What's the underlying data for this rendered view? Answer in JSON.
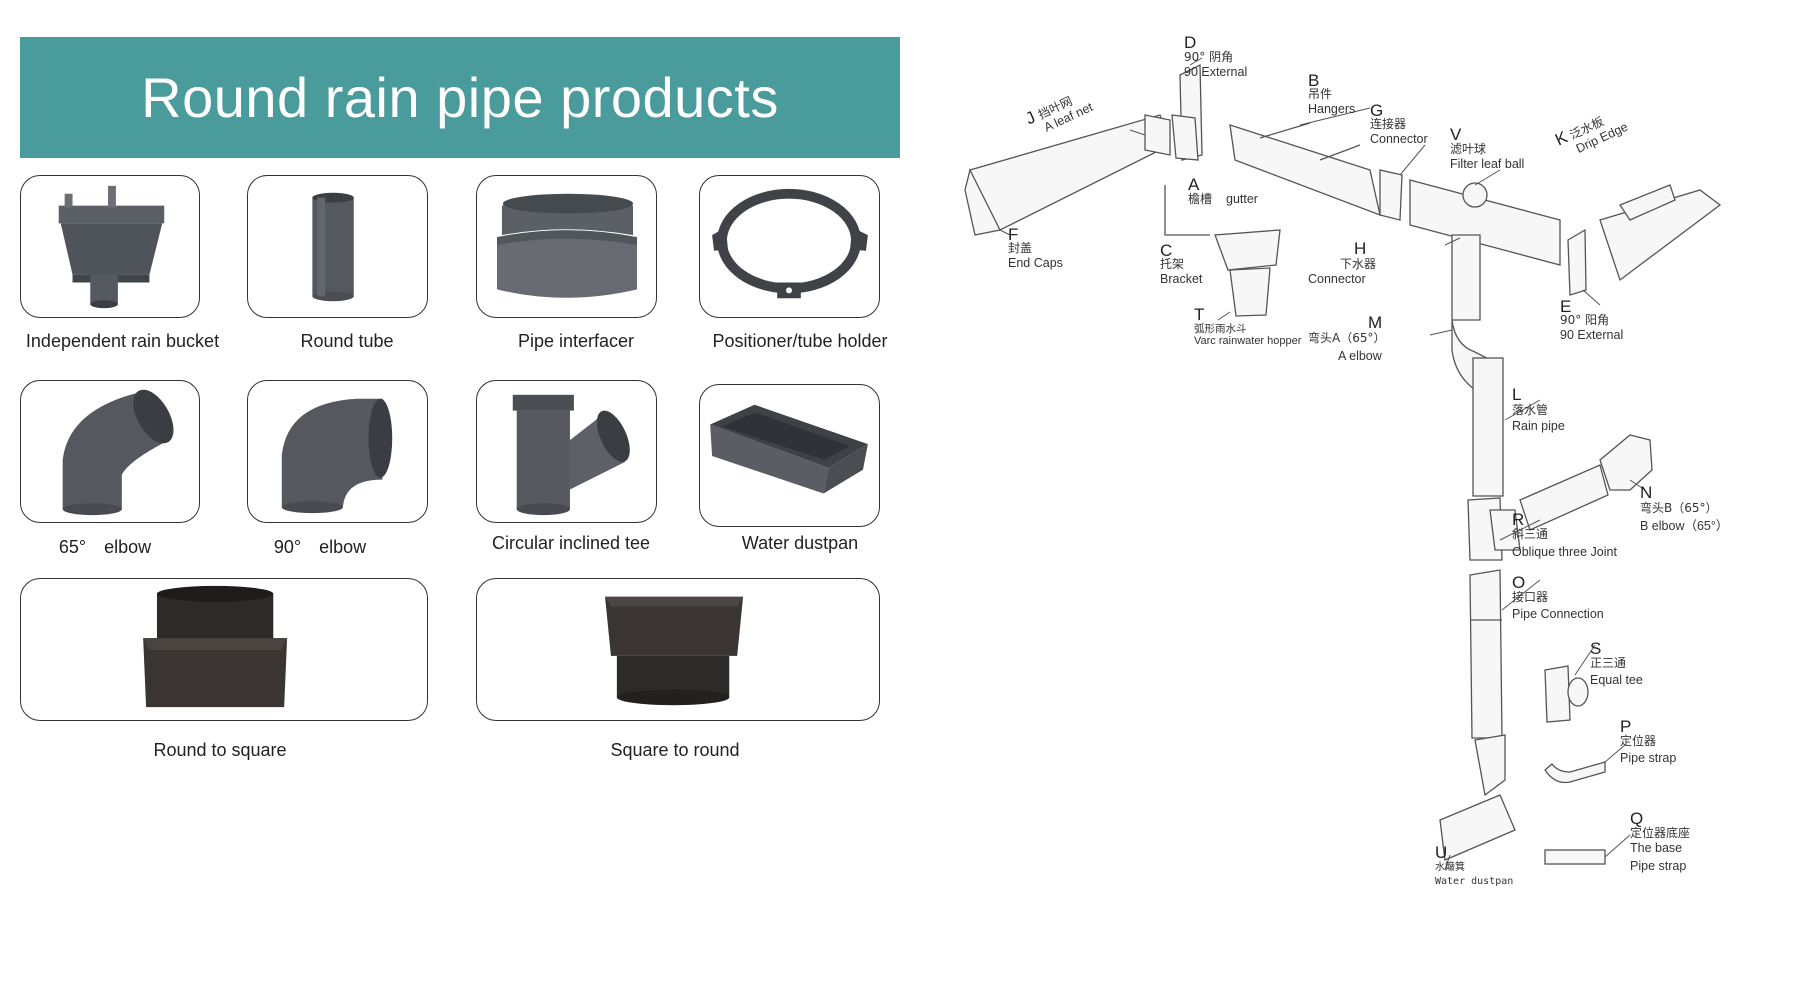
{
  "banner": {
    "title": "Round rain pipe products"
  },
  "products": [
    {
      "id": "bucket",
      "label": "Independent rain bucket",
      "icon": "rain-bucket-icon"
    },
    {
      "id": "tube",
      "label": "Round tube",
      "icon": "round-tube-icon"
    },
    {
      "id": "interfacer",
      "label": "Pipe interfacer",
      "icon": "pipe-interfacer-icon"
    },
    {
      "id": "holder",
      "label": "Positioner/tube holder",
      "icon": "tube-holder-icon"
    },
    {
      "id": "elbow65",
      "label": "65°　elbow",
      "icon": "elbow-65-icon"
    },
    {
      "id": "elbow90",
      "label": "90°　elbow",
      "icon": "elbow-90-icon"
    },
    {
      "id": "tee",
      "label": "Circular inclined tee",
      "icon": "inclined-tee-icon"
    },
    {
      "id": "dustpan",
      "label": "Water dustpan",
      "icon": "water-dustpan-icon"
    },
    {
      "id": "r2s",
      "label": "Round to square",
      "icon": "round-to-square-icon"
    },
    {
      "id": "s2r",
      "label": "Square to round",
      "icon": "square-to-round-icon"
    }
  ],
  "colors": {
    "banner": "#4a9b9c",
    "product": "#555a60",
    "product_dark": "#2e2a28"
  },
  "diagram": {
    "parts": [
      {
        "letter": "D",
        "zh": "90° 阴角",
        "en": "90 External"
      },
      {
        "letter": "B",
        "zh": "吊件",
        "en": "Hangers"
      },
      {
        "letter": "G",
        "zh": "连接器",
        "en": "Connector"
      },
      {
        "letter": "V",
        "zh": "滤叶球",
        "en": "Filter leaf ball"
      },
      {
        "letter": "K",
        "zh": "泛水板",
        "en": "Drip Edge"
      },
      {
        "letter": "J",
        "zh": "挡叶网",
        "en": "A leaf net"
      },
      {
        "letter": "A",
        "zh": "檐槽",
        "en": "gutter"
      },
      {
        "letter": "F",
        "zh": "封盖",
        "en": "End Caps"
      },
      {
        "letter": "C",
        "zh": "托架",
        "en": "Bracket"
      },
      {
        "letter": "H",
        "zh": "下水器",
        "en": "Connector"
      },
      {
        "letter": "E",
        "zh": "90° 阳角",
        "en": "90 External"
      },
      {
        "letter": "T",
        "zh": "弧形雨水斗",
        "en": "Varc rainwater hopper"
      },
      {
        "letter": "M",
        "zh": "弯头A（65°）",
        "en": "A elbow"
      },
      {
        "letter": "L",
        "zh": "落水管",
        "en": "Rain pipe"
      },
      {
        "letter": "N",
        "zh": "弯头B（65°）",
        "en": "B elbow（65°）"
      },
      {
        "letter": "R",
        "zh": "斜三通",
        "en": "Oblique three Joint"
      },
      {
        "letter": "O",
        "zh": "接口器",
        "en": "Pipe Connection"
      },
      {
        "letter": "S",
        "zh": "正三通",
        "en": "Equal tee"
      },
      {
        "letter": "P",
        "zh": "定位器",
        "en": "Pipe strap"
      },
      {
        "letter": "Q",
        "zh": "定位器底座",
        "en": "The base",
        "en2": "Pipe strap"
      },
      {
        "letter": "U",
        "zh": "水簸箕",
        "en": "Water dustpan"
      }
    ]
  }
}
